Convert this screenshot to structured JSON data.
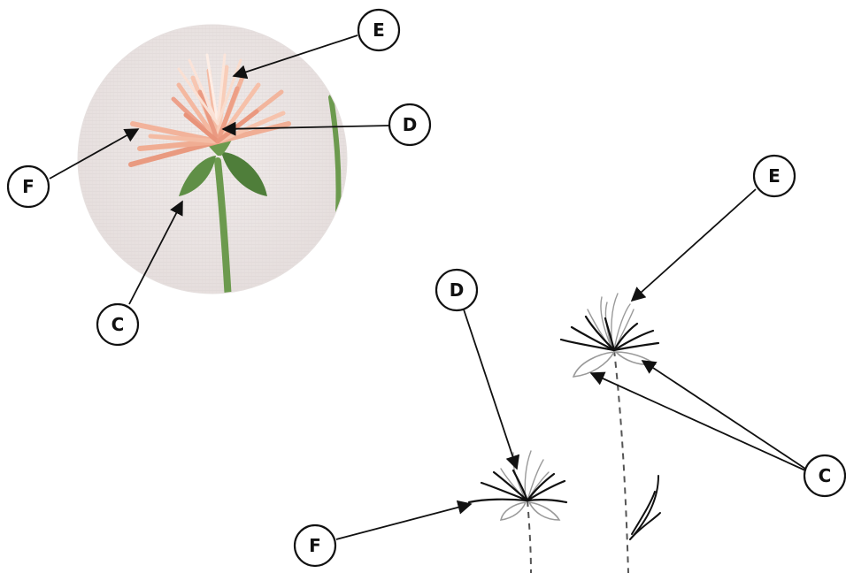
{
  "callouts": {
    "photo": {
      "E": "E",
      "D": "D",
      "F": "F",
      "C": "C"
    },
    "diagram": {
      "E": "E",
      "D": "D",
      "F": "F",
      "C": "C"
    }
  },
  "colors": {
    "fabric": "#ece7e6",
    "petal_light": "#f4b9a0",
    "petal_dark": "#e8957c",
    "leaf_green": "#5f8f46",
    "stem_green": "#6c9a4e",
    "ink": "#111111",
    "sketch_grey": "#9a9a9a"
  }
}
